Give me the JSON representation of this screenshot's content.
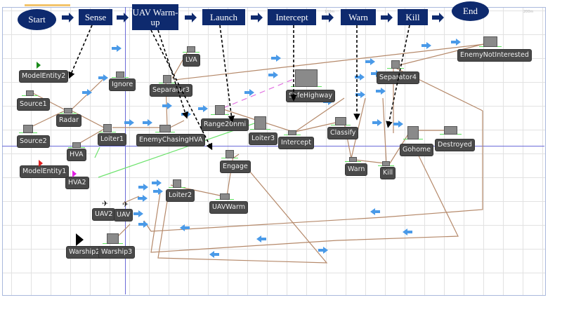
{
  "diagram": {
    "phases": [
      {
        "id": "start",
        "label": "Start",
        "shape": "oval"
      },
      {
        "id": "sense",
        "label": "Sense",
        "shape": "rect"
      },
      {
        "id": "uav-warmup",
        "label": "UAV Warm-up",
        "shape": "rect"
      },
      {
        "id": "launch",
        "label": "Launch",
        "shape": "rect"
      },
      {
        "id": "intercept",
        "label": "Intercept",
        "shape": "rect"
      },
      {
        "id": "warn",
        "label": "Warn",
        "shape": "rect"
      },
      {
        "id": "kill",
        "label": "Kill",
        "shape": "rect"
      },
      {
        "id": "end",
        "label": "End",
        "shape": "oval"
      }
    ],
    "phase_color": "#0e2a6e",
    "scale_labels": [
      "100m",
      "200m"
    ],
    "nodes": [
      {
        "id": "modelentity2",
        "label": "ModelEntity2"
      },
      {
        "id": "ignore",
        "label": "Ignore"
      },
      {
        "id": "source1",
        "label": "Source1"
      },
      {
        "id": "radar",
        "label": "Radar"
      },
      {
        "id": "source2",
        "label": "Source2"
      },
      {
        "id": "loiter1",
        "label": "Loiter1"
      },
      {
        "id": "hva",
        "label": "HVA"
      },
      {
        "id": "modelentity1",
        "label": "ModelEntity1"
      },
      {
        "id": "hva2",
        "label": "HVA2"
      },
      {
        "id": "lva",
        "label": "LVA"
      },
      {
        "id": "separator3",
        "label": "Separator3"
      },
      {
        "id": "enemychasinghva",
        "label": "EnemyChasingHVA"
      },
      {
        "id": "range20nmi",
        "label": "Range20nmi"
      },
      {
        "id": "loiter3",
        "label": "Loiter3"
      },
      {
        "id": "safehighway",
        "label": "SafeHighway"
      },
      {
        "id": "intercept-node",
        "label": "Intercept"
      },
      {
        "id": "classify",
        "label": "Classify"
      },
      {
        "id": "separator4",
        "label": "Separator4"
      },
      {
        "id": "enemynotinterested",
        "label": "EnemyNotInterested"
      },
      {
        "id": "gohome",
        "label": "Gohome"
      },
      {
        "id": "destroyed",
        "label": "Destroyed"
      },
      {
        "id": "warn-node",
        "label": "Warn"
      },
      {
        "id": "kill-node",
        "label": "Kill"
      },
      {
        "id": "engage",
        "label": "Engage"
      },
      {
        "id": "uavwarm",
        "label": "UAVWarm"
      },
      {
        "id": "loiter2",
        "label": "Loiter2"
      },
      {
        "id": "uav2",
        "label": "UAV2"
      },
      {
        "id": "uav",
        "label": "UAV"
      },
      {
        "id": "warship2",
        "label": "Warship2"
      },
      {
        "id": "warship3",
        "label": "Warship3"
      }
    ],
    "colors": {
      "link": "#b5896a",
      "green_link": "#6ee36e",
      "magenta_link": "#e070e0",
      "flow_arrow": "#4a9ae8",
      "axis": "#6b6bd8",
      "node_label_bg": "#4a4a4a"
    }
  }
}
